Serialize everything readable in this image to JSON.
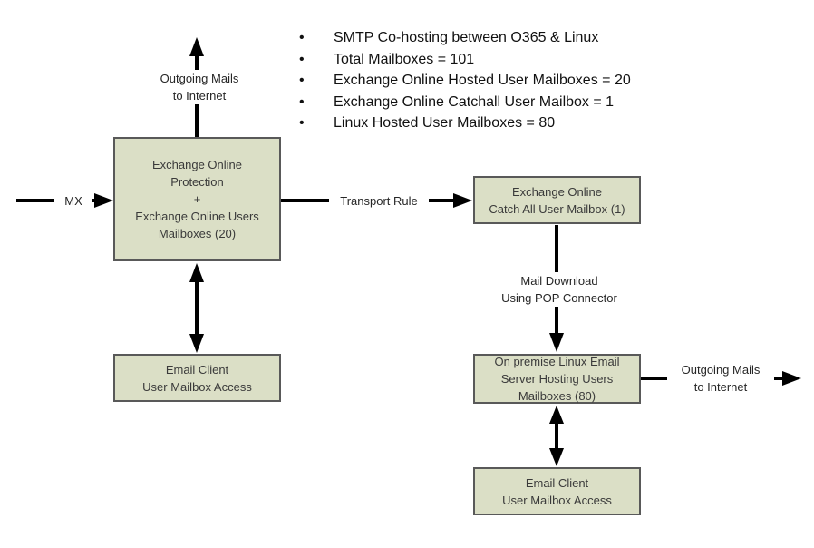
{
  "diagram": {
    "title": "SMTP Co-hosting diagram",
    "bullets": [
      "SMTP Co-hosting between O365 & Linux",
      "Total Mailboxes = 101",
      "Exchange Online Hosted User Mailboxes = 20",
      "Exchange Online Catchall User Mailbox = 1",
      "Linux Hosted User Mailboxes = 80"
    ],
    "bullet_glyph": "•",
    "boxes": {
      "eop": "Exchange Online\nProtection\n+\nExchange Online Users\nMailboxes (20)",
      "catchall": "Exchange Online\nCatch All User Mailbox (1)",
      "linux": "On premise Linux Email\nServer Hosting Users\nMailboxes (80)",
      "email_left": "Email Client\nUser Mailbox Access",
      "email_right": "Email Client\nUser Mailbox Access"
    },
    "labels": {
      "outgoing_top": "Outgoing Mails\nto Internet",
      "mx": "MX",
      "transport": "Transport Rule",
      "mail_download": "Mail Download\nUsing POP Connector",
      "outgoing_right": "Outgoing Mails\nto Internet"
    },
    "colors": {
      "box_fill": "#dbdfc6",
      "box_border": "#595959",
      "arrow": "#000000",
      "background": "#ffffff"
    }
  }
}
